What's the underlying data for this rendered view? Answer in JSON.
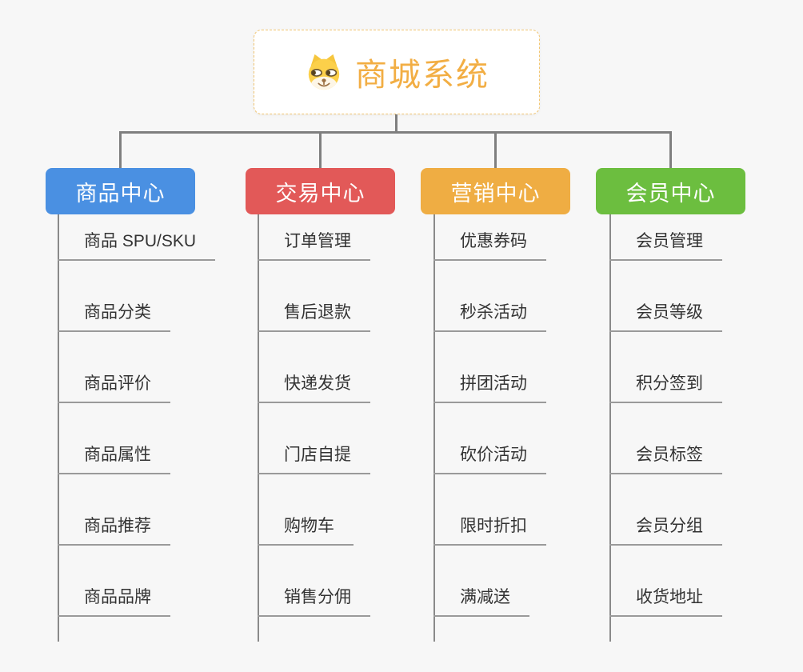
{
  "root": {
    "title": "商城系统",
    "icon": "doge-icon"
  },
  "branches": [
    {
      "label": "商品中心",
      "color": "#4a90e2",
      "children": [
        "商品 SPU/SKU",
        "商品分类",
        "商品评价",
        "商品属性",
        "商品推荐",
        "商品品牌"
      ]
    },
    {
      "label": "交易中心",
      "color": "#e25958",
      "children": [
        "订单管理",
        "售后退款",
        "快递发货",
        "门店自提",
        "购物车",
        "销售分佣"
      ]
    },
    {
      "label": "营销中心",
      "color": "#efad43",
      "children": [
        "优惠券码",
        "秒杀活动",
        "拼团活动",
        "砍价活动",
        "限时折扣",
        "满减送"
      ]
    },
    {
      "label": "会员中心",
      "color": "#6cbe3f",
      "children": [
        "会员管理",
        "会员等级",
        "积分签到",
        "会员标签",
        "会员分组",
        "收货地址"
      ]
    }
  ],
  "colors": {
    "background": "#f7f7f7",
    "connector_line": "#7f7f7f",
    "leaf_underline": "#9a9a9a",
    "leaf_text": "#333333",
    "root_border": "#f1c572",
    "root_title": "#f2ae44",
    "branch_text": "#ffffff"
  }
}
